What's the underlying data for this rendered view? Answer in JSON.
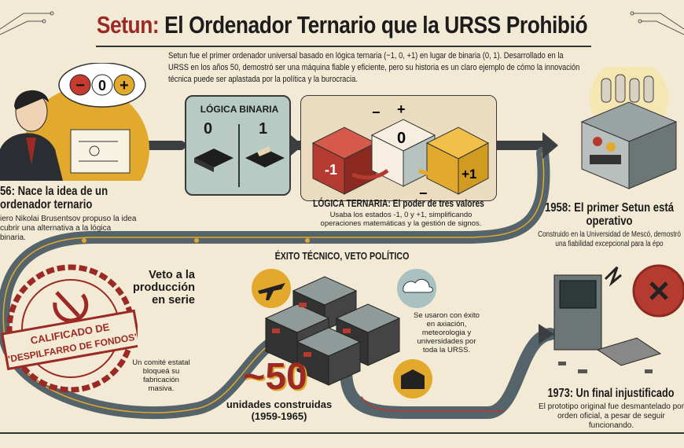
{
  "header": {
    "title_accent": "Setun:",
    "title_rest": " El Ordenador Ternario que la URSS Prohibió",
    "intro": "Setun fue el primer ordenador universal basado en lógica ternaria (−1, 0, +1) en lugar de binaria (0, 1). Desarrollado en la URSS en los años 50, demostró ser una máquina fiable y eficiente, pero su historia es un claro ejemplo de cómo la innovación técnica puede ser aplastada por la política y la burocracia."
  },
  "thought_bubble": [
    "−",
    "0",
    "+"
  ],
  "milestone_1956": {
    "title": "56: Nace la idea de un ordenador ternario",
    "text": "iero Nikolai Brusentsov propuso la idea cubrir una alternativa a la lógica binaria."
  },
  "binary": {
    "label": "LÓGICA BINARIA",
    "values": [
      "0",
      "1"
    ]
  },
  "ternary": {
    "values": [
      "-1",
      "0",
      "+1"
    ],
    "ops": [
      "−",
      "+",
      "−"
    ],
    "title": "LÓGICA TERNARIA: El poder de tres valores",
    "text": "Usaba los estados -1, 0 y +1, simplificando operaciones matemáticas y la gestión de signos."
  },
  "milestone_1958": {
    "title": "1958: El primer Setun está operativo",
    "text": "Construido en la Universidad de Mescó, demostró una fiabilidad excepcional para la épo"
  },
  "veto": {
    "stamp_line1": "CALIFICADO DE",
    "stamp_line2": "\"DESPILFARRO DE FONDOS\"",
    "title": "Veto a la producción en serie",
    "text": "Un comité estatal bloqueá su fabricación masiva."
  },
  "success": {
    "title": "ÉXITO TÉCNICO, VETO POLÍTICO",
    "uses": "Se usaron con éxito en axiación, meteorologia y universidades por toda la URSS.",
    "icons": [
      "airplane-icon",
      "rain-cloud-icon",
      "university-building-icon"
    ],
    "count": "~50",
    "count_label": "unidades construidas (1959-1965)"
  },
  "milestone_1973": {
    "title": "1973: Un final injustificado",
    "text": "El prototipo original fue desmantelado por orden oficial, a pesar de seguir funcionando."
  },
  "colors": {
    "background": "#f3ead6",
    "accent_red": "#9b2a25",
    "accent_yellow": "#e3a92c",
    "road": "#55646a",
    "teal": "#b7cbc4"
  }
}
